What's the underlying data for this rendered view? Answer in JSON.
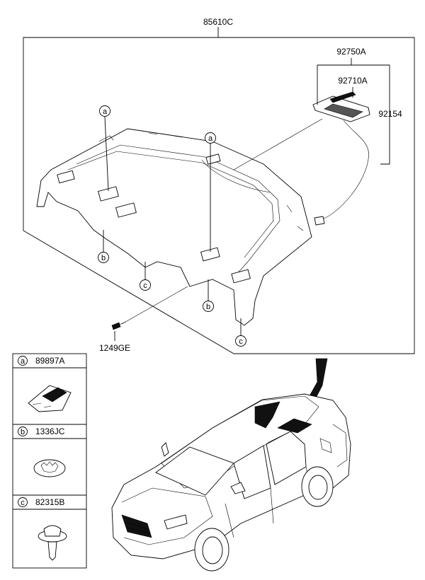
{
  "diagram": {
    "assembly_part_no": "85610C",
    "callouts": {
      "high_mount_stop_lamp_assy": "92750A",
      "high_mount_stop_lamp": "92710A",
      "wiring": "92154",
      "screw": "1249GE"
    },
    "clip_markers": {
      "a": "a",
      "b": "b",
      "c": "c"
    },
    "legend": [
      {
        "marker": "a",
        "part_no": "89897A"
      },
      {
        "marker": "b",
        "part_no": "1336JC"
      },
      {
        "marker": "c",
        "part_no": "82315B"
      }
    ]
  }
}
